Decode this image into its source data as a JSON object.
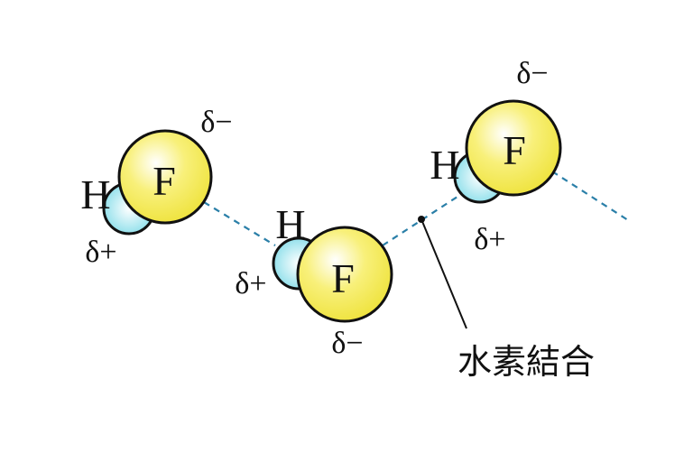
{
  "title_label": "水素結合",
  "atoms": {
    "hydrogen": "H",
    "fluorine": "F"
  },
  "charges": {
    "negative": "δ−",
    "positive": "δ+"
  },
  "colors": {
    "fluorine": "#f5eb4a",
    "hydrogen": "#8fe3ee",
    "bond": "#2a7fa8",
    "outline": "#111111"
  }
}
